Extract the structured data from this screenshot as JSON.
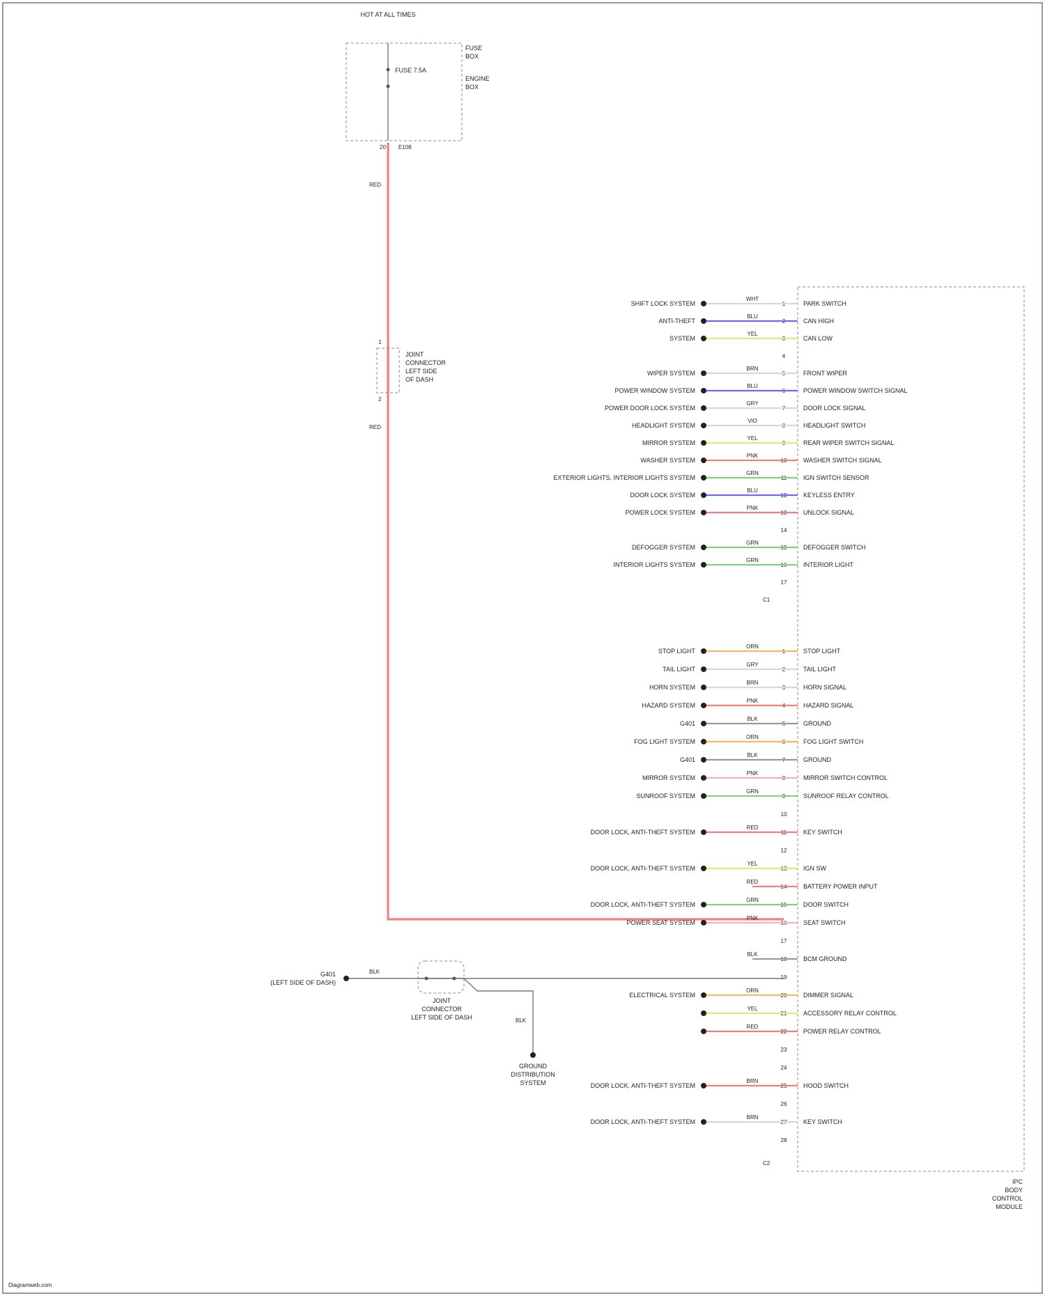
{
  "watermark": "Diagramweb.com",
  "colors": {
    "red": "#f08080",
    "blue": "#6b6bef",
    "yellow": "#e9e57a",
    "green": "#7fd27f",
    "orange": "#f3b870",
    "pink": "#efb0c4",
    "grey": "#9a9a9a",
    "white": "#d8d8d8"
  },
  "fuse_box": {
    "title": "HOT AT ALL TIMES",
    "fuse": "FUSE 7.5A",
    "side_lines": [
      "FUSE",
      "BOX"
    ],
    "side_lower_lines": [
      "ENGINE",
      "BOX"
    ],
    "bottom_pin": "20",
    "bottom_conn": "E108",
    "wire_color": "RED"
  },
  "main_junction": {
    "label_lines": [
      "JOINT",
      "CONNECTOR",
      "LEFT SIDE",
      "OF DASH"
    ],
    "top_pin": "1",
    "bottom_pin": "2",
    "wire_color_below": "RED"
  },
  "module": {
    "label_lines": [
      "IPC",
      "BODY",
      "CONTROL",
      "MODULE"
    ],
    "conn_a": "C1",
    "conn_b": "C2"
  },
  "rows_a": [
    {
      "left": "SHIFT LOCK SYSTEM",
      "wire": "WHT",
      "pin": "1",
      "signal": "PARK SWITCH",
      "color": "white"
    },
    {
      "left": "ANTI-THEFT",
      "wire": "BLU",
      "pin": "2",
      "signal": "CAN HIGH",
      "color": "blue"
    },
    {
      "left": "SYSTEM",
      "wire": "YEL",
      "pin": "3",
      "signal": "CAN LOW",
      "color": "yellow"
    },
    {
      "left": "",
      "wire": "",
      "pin": "4",
      "signal": "",
      "color": ""
    },
    {
      "left": "WIPER SYSTEM",
      "wire": "BRN",
      "pin": "5",
      "signal": "FRONT WIPER",
      "color": "white"
    },
    {
      "left": "POWER WINDOW SYSTEM",
      "wire": "BLU",
      "pin": "6",
      "signal": "POWER WINDOW SWITCH SIGNAL",
      "color": "blue"
    },
    {
      "left": "POWER DOOR LOCK SYSTEM",
      "wire": "GRY",
      "pin": "7",
      "signal": "DOOR LOCK SIGNAL",
      "color": "white"
    },
    {
      "left": "HEADLIGHT SYSTEM",
      "wire": "VIO",
      "pin": "8",
      "signal": "HEADLIGHT SWITCH",
      "color": "white"
    },
    {
      "left": "MIRROR SYSTEM",
      "wire": "YEL",
      "pin": "9",
      "signal": "REAR WIPER SWITCH SIGNAL",
      "color": "yellow"
    },
    {
      "left": "WASHER SYSTEM",
      "wire": "PNK",
      "pin": "10",
      "signal": "WASHER SWITCH SIGNAL",
      "color": "red"
    },
    {
      "left": "EXTERIOR LIGHTS, INTERIOR LIGHTS SYSTEM",
      "wire": "GRN",
      "pin": "11",
      "signal": "IGN SWITCH SENSOR",
      "color": "green"
    },
    {
      "left": "DOOR LOCK SYSTEM",
      "wire": "BLU",
      "pin": "12",
      "signal": "KEYLESS ENTRY",
      "color": "blue"
    },
    {
      "left": "POWER LOCK SYSTEM",
      "wire": "PNK",
      "pin": "13",
      "signal": "UNLOCK SIGNAL",
      "color": "red"
    },
    {
      "left": "",
      "wire": "",
      "pin": "14",
      "signal": "",
      "color": ""
    },
    {
      "left": "DEFOGGER SYSTEM",
      "wire": "GRN",
      "pin": "15",
      "signal": "DEFOGGER SWITCH",
      "color": "green"
    },
    {
      "left": "INTERIOR LIGHTS SYSTEM",
      "wire": "GRN",
      "pin": "16",
      "signal": "INTERIOR LIGHT",
      "color": "green"
    },
    {
      "left": "",
      "wire": "",
      "pin": "17",
      "signal": "",
      "color": ""
    }
  ],
  "rows_b": [
    {
      "left": "STOP LIGHT",
      "wire": "ORN",
      "pin": "1",
      "signal": "STOP LIGHT",
      "color": "orange"
    },
    {
      "left": "TAIL LIGHT",
      "wire": "GRY",
      "pin": "2",
      "signal": "TAIL LIGHT",
      "color": "white"
    },
    {
      "left": "HORN SYSTEM",
      "wire": "BRN",
      "pin": "3",
      "signal": "HORN SIGNAL",
      "color": "white"
    },
    {
      "left": "HAZARD SYSTEM",
      "wire": "PNK",
      "pin": "4",
      "signal": "HAZARD SIGNAL",
      "color": "red"
    },
    {
      "left": "G401",
      "wire": "BLK",
      "pin": "5",
      "signal": "GROUND",
      "color": "grey"
    },
    {
      "left": "FOG LIGHT SYSTEM",
      "wire": "ORN",
      "pin": "6",
      "signal": "FOG LIGHT SWITCH",
      "color": "orange"
    },
    {
      "left": "G401",
      "wire": "BLK",
      "pin": "7",
      "signal": "GROUND",
      "color": "grey"
    },
    {
      "left": "MIRROR SYSTEM",
      "wire": "PNK",
      "pin": "8",
      "signal": "MIRROR SWITCH CONTROL",
      "color": "pink"
    },
    {
      "left": "SUNROOF SYSTEM",
      "wire": "GRN",
      "pin": "9",
      "signal": "SUNROOF RELAY CONTROL",
      "color": "green"
    },
    {
      "left": "",
      "wire": "",
      "pin": "10",
      "signal": "",
      "color": ""
    },
    {
      "left": "DOOR LOCK, ANTI-THEFT SYSTEM",
      "wire": "RED",
      "pin": "11",
      "signal": "KEY SWITCH",
      "color": "red"
    },
    {
      "left": "",
      "wire": "",
      "pin": "12",
      "signal": "",
      "color": ""
    },
    {
      "left": "DOOR LOCK, ANTI-THEFT SYSTEM",
      "wire": "YEL",
      "pin": "13",
      "signal": "IGN SW",
      "color": "yellow"
    },
    {
      "left": "",
      "wire": "RED",
      "pin": "14",
      "signal": "BATTERY POWER INPUT",
      "color": "red",
      "main": true
    },
    {
      "left": "DOOR LOCK, ANTI-THEFT SYSTEM",
      "wire": "GRN",
      "pin": "15",
      "signal": "DOOR SWITCH",
      "color": "green"
    },
    {
      "left": "POWER SEAT SYSTEM",
      "wire": "PNK",
      "pin": "16",
      "signal": "SEAT SWITCH",
      "color": "pink"
    },
    {
      "left": "",
      "wire": "",
      "pin": "17",
      "signal": "",
      "color": ""
    },
    {
      "left": "",
      "wire": "BLK",
      "pin": "18",
      "signal": "BCM GROUND",
      "color": "grey",
      "ground": true
    },
    {
      "left": "",
      "wire": "",
      "pin": "19",
      "signal": "",
      "color": ""
    },
    {
      "left": "ELECTRICAL SYSTEM",
      "wire": "ORN",
      "pin": "20",
      "signal": "DIMMER SIGNAL",
      "color": "orange"
    },
    {
      "left": "",
      "wire": "YEL",
      "pin": "21",
      "signal": "ACCESSORY RELAY CONTROL",
      "color": "yellow"
    },
    {
      "left": "",
      "wire": "RED",
      "pin": "22",
      "signal": "POWER RELAY CONTROL",
      "color": "red"
    },
    {
      "left": "",
      "wire": "",
      "pin": "23",
      "signal": "",
      "color": ""
    },
    {
      "left": "",
      "wire": "",
      "pin": "24",
      "signal": "",
      "color": ""
    },
    {
      "left": "DOOR LOCK, ANTI-THEFT SYSTEM",
      "wire": "BRN",
      "pin": "25",
      "signal": "HOOD SWITCH",
      "color": "red"
    },
    {
      "left": "",
      "wire": "",
      "pin": "26",
      "signal": "",
      "color": ""
    },
    {
      "left": "DOOR LOCK, ANTI-THEFT SYSTEM",
      "wire": "BRN",
      "pin": "27",
      "signal": "KEY SWITCH",
      "color": "white"
    },
    {
      "left": "",
      "wire": "",
      "pin": "28",
      "signal": "",
      "color": ""
    }
  ],
  "ground": {
    "g_label": "G401",
    "g_sub": "(LEFT SIDE OF DASH)",
    "wire": "BLK",
    "junction_lines": [
      "JOINT",
      "CONNECTOR",
      "LEFT SIDE OF DASH"
    ],
    "dist_lines": [
      "GROUND",
      "DISTRIBUTION",
      "SYSTEM"
    ],
    "dist_wire": "BLK"
  }
}
